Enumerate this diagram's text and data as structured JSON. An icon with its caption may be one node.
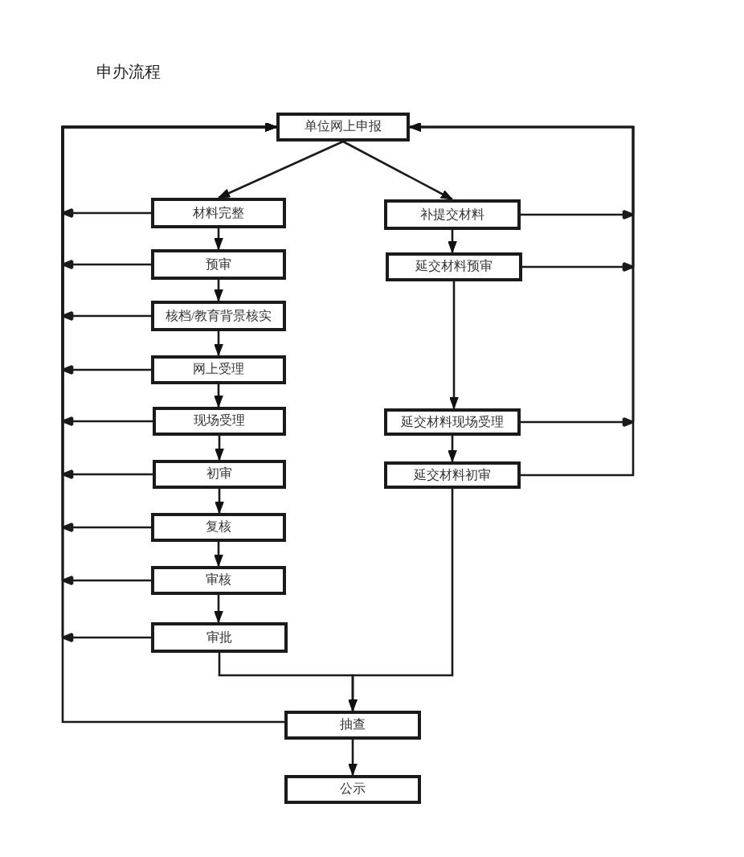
{
  "diagram": {
    "title": "申办流程",
    "nodes": [
      {
        "text": [
          "单位网上申报"
        ]
      },
      {
        "text": [
          "材料完整"
        ]
      },
      {
        "text": [
          "补提交材料"
        ]
      },
      {
        "text": [
          "预审"
        ]
      },
      {
        "text": [
          "延交材料预审"
        ]
      },
      {
        "text": [
          "核档/教育背景核实"
        ]
      },
      {
        "text": [
          "网上受理"
        ]
      },
      {
        "text": [
          "现场受理"
        ]
      },
      {
        "text": [
          "延交材料现场受理"
        ]
      },
      {
        "text": [
          "初审"
        ]
      },
      {
        "text": [
          "延交材料初审"
        ]
      },
      {
        "text": [
          "复核"
        ]
      },
      {
        "text": [
          "审核"
        ]
      },
      {
        "text": [
          "审批"
        ]
      },
      {
        "text": [
          "抽查"
        ]
      },
      {
        "text": [
          "公示"
        ]
      }
    ],
    "edges": [
      {
        "from": 0,
        "to": 1,
        "arrow": "to"
      },
      {
        "from": 0,
        "to": 2,
        "arrow": "to"
      },
      {
        "from": 1,
        "to": 3,
        "arrow": "to"
      },
      {
        "from": 3,
        "to": 5,
        "arrow": "to"
      },
      {
        "from": 5,
        "to": 6,
        "arrow": "to"
      },
      {
        "from": 6,
        "to": 7,
        "arrow": "to"
      },
      {
        "from": 7,
        "to": 9,
        "arrow": "to"
      },
      {
        "from": 9,
        "to": 11,
        "arrow": "to"
      },
      {
        "from": 11,
        "to": 12,
        "arrow": "to"
      },
      {
        "from": 12,
        "to": 13,
        "arrow": "to"
      },
      {
        "from": 2,
        "to": 4,
        "arrow": "to"
      },
      {
        "from": 4,
        "to": 8,
        "arrow": "to"
      },
      {
        "from": 8,
        "to": 10,
        "arrow": "to"
      },
      {
        "from": 13,
        "to": 14,
        "arrow": "to"
      },
      {
        "from": 10,
        "to": 14,
        "arrow": "to"
      },
      {
        "from": 14,
        "to": 15,
        "arrow": "to"
      },
      {
        "from": 1,
        "to": 0,
        "arrow": "to"
      },
      {
        "from": 3,
        "to": 0,
        "arrow": "to"
      },
      {
        "from": 5,
        "to": 0,
        "arrow": "to"
      },
      {
        "from": 6,
        "to": 0,
        "arrow": "to"
      },
      {
        "from": 7,
        "to": 0,
        "arrow": "to"
      },
      {
        "from": 9,
        "to": 0,
        "arrow": "to"
      },
      {
        "from": 11,
        "to": 0,
        "arrow": "to"
      },
      {
        "from": 12,
        "to": 0,
        "arrow": "to"
      },
      {
        "from": 13,
        "to": 0,
        "arrow": "to"
      },
      {
        "from": 14,
        "to": 0,
        "arrow": "to"
      },
      {
        "from": 2,
        "to": 0,
        "arrow": "to"
      },
      {
        "from": 4,
        "to": 0,
        "arrow": "to"
      },
      {
        "from": 8,
        "to": 0,
        "arrow": "to"
      },
      {
        "from": 10,
        "to": 0,
        "arrow": "to"
      }
    ]
  }
}
